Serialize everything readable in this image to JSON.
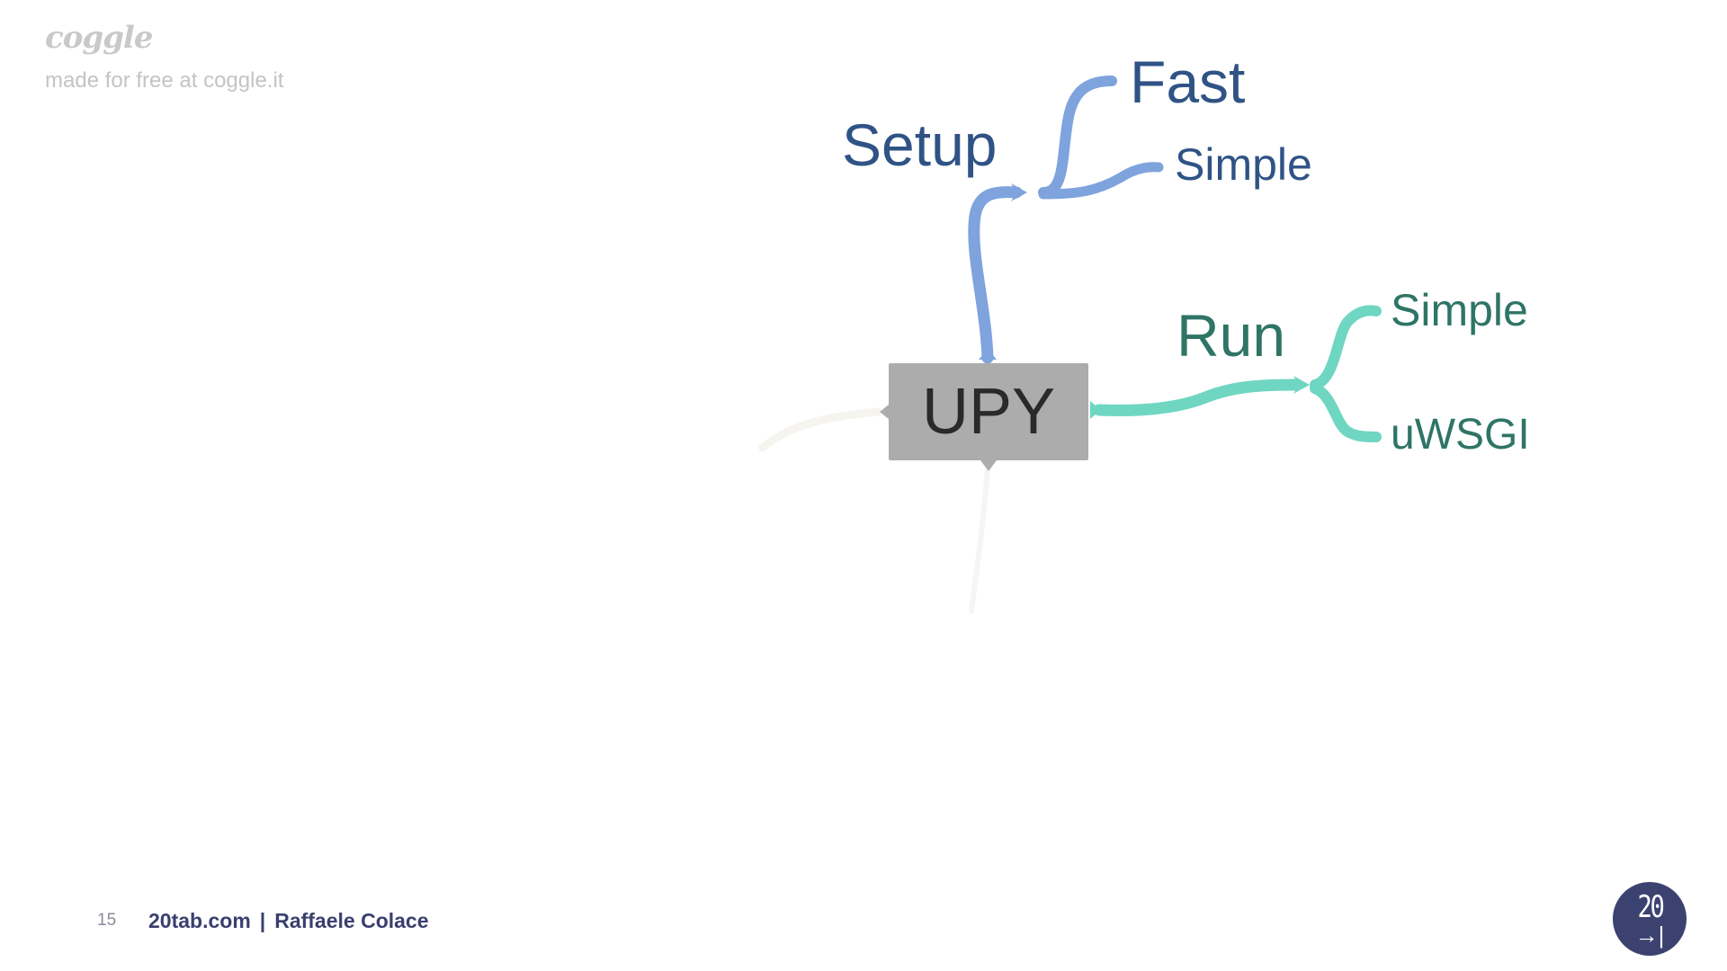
{
  "watermark": {
    "logo": "coggle",
    "text": "made for free at coggle.it"
  },
  "mindmap": {
    "center": {
      "label": "UPY"
    },
    "branches": [
      {
        "label": "Setup",
        "color": "#7ea3dd",
        "text_color": "#2f5385",
        "children": [
          {
            "label": "Fast"
          },
          {
            "label": "Simple"
          }
        ]
      },
      {
        "label": "Run",
        "color": "#6fd6c2",
        "text_color": "#2e7566",
        "children": [
          {
            "label": "Simple"
          },
          {
            "label": "uWSGI"
          }
        ]
      }
    ]
  },
  "footer": {
    "page_number": "15",
    "site": "20tab.com",
    "separator": "|",
    "author": "Raffaele Colace",
    "badge": {
      "number": "20",
      "arrow": "→|"
    }
  }
}
